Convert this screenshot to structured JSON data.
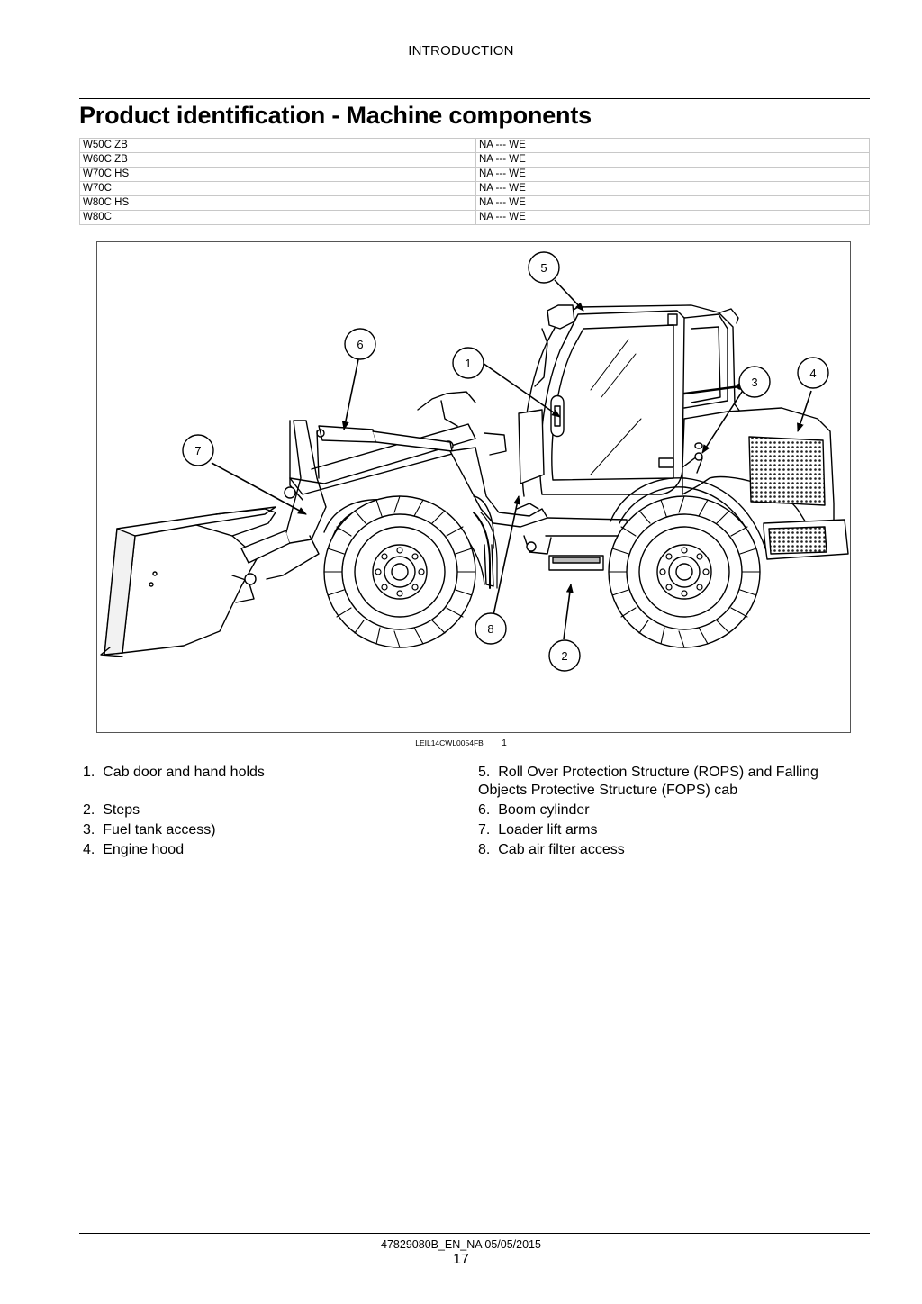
{
  "header": {
    "section": "INTRODUCTION"
  },
  "title": "Product identification - Machine components",
  "models": [
    {
      "model": "W50C ZB",
      "regions": "NA --- WE"
    },
    {
      "model": "W60C ZB",
      "regions": "NA --- WE"
    },
    {
      "model": "W70C HS",
      "regions": "NA --- WE"
    },
    {
      "model": "W70C",
      "regions": "NA --- WE"
    },
    {
      "model": "W80C HS",
      "regions": "NA --- WE"
    },
    {
      "model": "W80C",
      "regions": "NA --- WE"
    }
  ],
  "figure": {
    "code": "LEIL14CWL0054FB",
    "number": "1",
    "callouts": [
      "1",
      "2",
      "3",
      "4",
      "5",
      "6",
      "7",
      "8"
    ]
  },
  "legend": {
    "left": [
      {
        "num": "1.",
        "text": "Cab door and hand holds"
      },
      {
        "num": "2.",
        "text": "Steps"
      },
      {
        "num": "3.",
        "text": "Fuel tank access)"
      },
      {
        "num": "4.",
        "text": "Engine hood"
      }
    ],
    "right": [
      {
        "num": "5.",
        "text": "Roll Over Protection Structure (ROPS) and Falling Objects Protective Structure (FOPS) cab"
      },
      {
        "num": "6.",
        "text": "Boom cylinder"
      },
      {
        "num": "7.",
        "text": "Loader lift arms"
      },
      {
        "num": "8.",
        "text": "Cab air filter access"
      }
    ]
  },
  "footer": {
    "doc_id": "47829080B_EN_NA 05/05/2015",
    "page": "17"
  }
}
